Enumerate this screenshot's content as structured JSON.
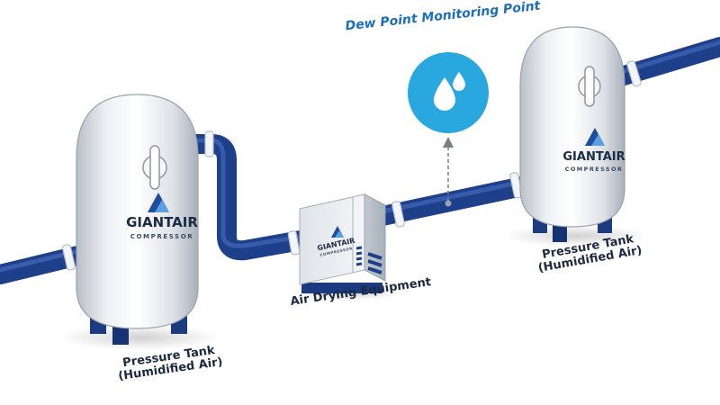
{
  "labels": {
    "dew_point": "Dew Point Monitoring Point",
    "air_drying": "Air Drying Equipment",
    "tank_left_line1": "Pressure Tank",
    "tank_left_line2": "(Humidified Air)",
    "tank_right_line1": "Pressure Tank",
    "tank_right_line2": "(Humidified Air)"
  },
  "brand": {
    "name": "GIANTAIR",
    "subtitle": "COMPRESSOR"
  },
  "icons": {
    "monitor": "water-drops-icon",
    "tank_valve": "valve-handle-icon",
    "brand_logo": "giantair-logo-icon"
  },
  "colors": {
    "pipe": "#1e3f8a",
    "pipe_highlight": "#4a72c4",
    "tank_body": "#e9ecf0",
    "tank_feet": "#1b3a80",
    "monitor_circle": "#29a8e0",
    "dew_text": "#1c6fb8",
    "label_text": "#1d2a3e"
  }
}
